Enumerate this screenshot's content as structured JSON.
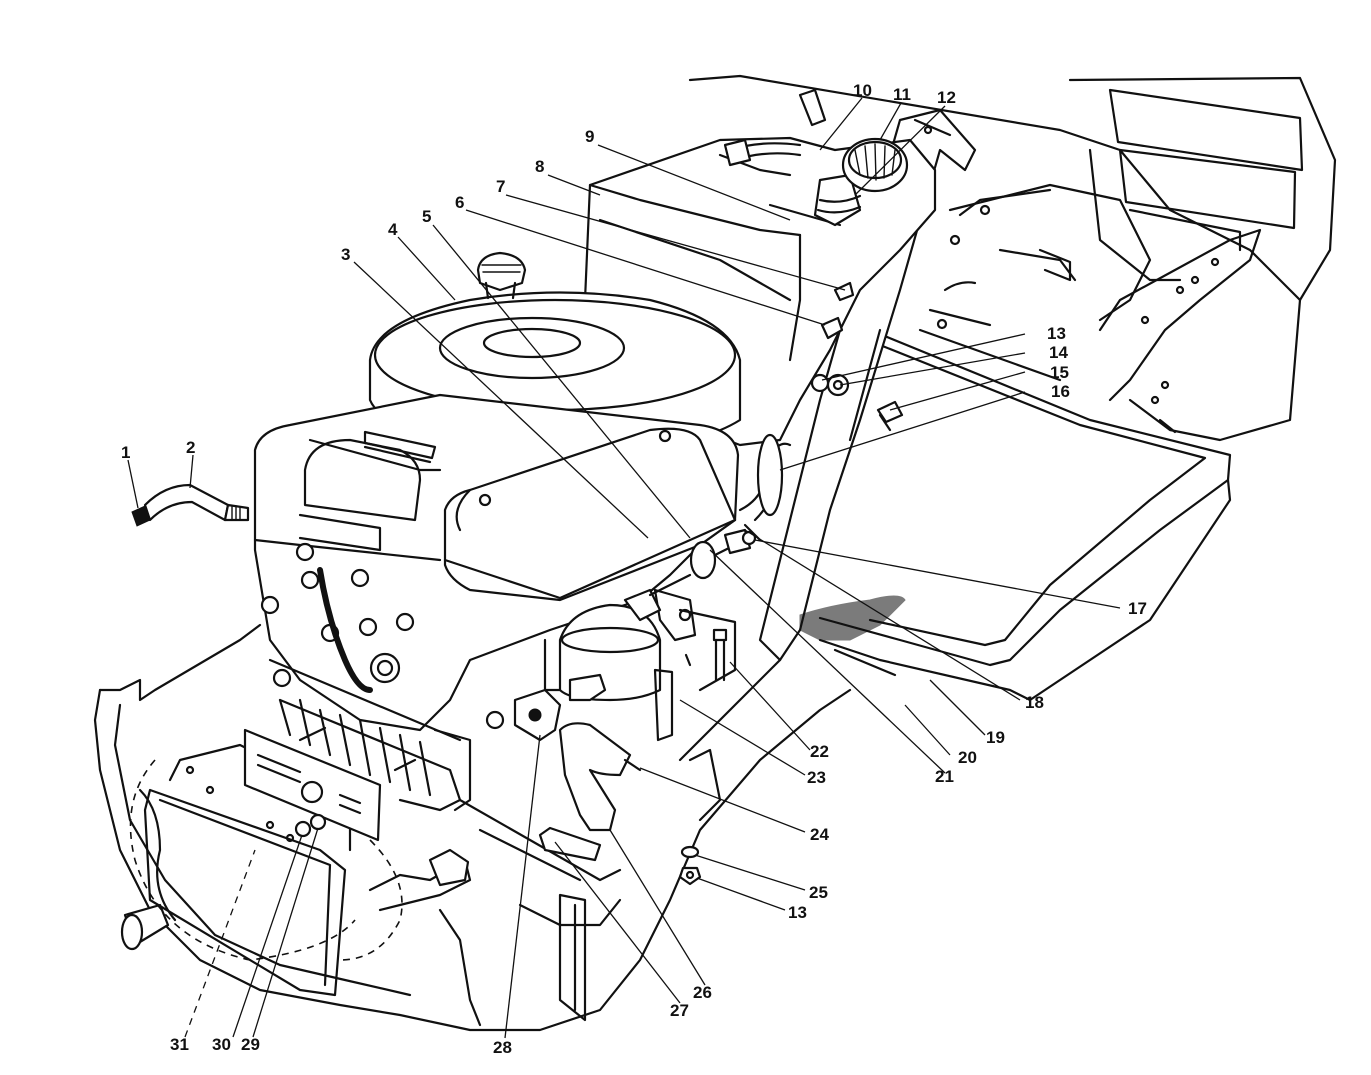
{
  "callouts": [
    {
      "id": "c1",
      "text": "1"
    },
    {
      "id": "c2",
      "text": "2"
    },
    {
      "id": "c3",
      "text": "3"
    },
    {
      "id": "c4",
      "text": "4"
    },
    {
      "id": "c5",
      "text": "5"
    },
    {
      "id": "c6",
      "text": "6"
    },
    {
      "id": "c7",
      "text": "7"
    },
    {
      "id": "c8",
      "text": "8"
    },
    {
      "id": "c9",
      "text": "9"
    },
    {
      "id": "c10",
      "text": "10"
    },
    {
      "id": "c11",
      "text": "11"
    },
    {
      "id": "c12",
      "text": "12"
    },
    {
      "id": "c13a",
      "text": "13"
    },
    {
      "id": "c14",
      "text": "14"
    },
    {
      "id": "c15",
      "text": "15"
    },
    {
      "id": "c16",
      "text": "16"
    },
    {
      "id": "c17",
      "text": "17"
    },
    {
      "id": "c18",
      "text": "18"
    },
    {
      "id": "c19",
      "text": "19"
    },
    {
      "id": "c20",
      "text": "20"
    },
    {
      "id": "c21",
      "text": "21"
    },
    {
      "id": "c22",
      "text": "22"
    },
    {
      "id": "c23",
      "text": "23"
    },
    {
      "id": "c24",
      "text": "24"
    },
    {
      "id": "c25",
      "text": "25"
    },
    {
      "id": "c13b",
      "text": "13"
    },
    {
      "id": "c26",
      "text": "26"
    },
    {
      "id": "c27",
      "text": "27"
    },
    {
      "id": "c28",
      "text": "28"
    },
    {
      "id": "c29",
      "text": "29"
    },
    {
      "id": "c30",
      "text": "30"
    },
    {
      "id": "c31",
      "text": "31"
    }
  ]
}
